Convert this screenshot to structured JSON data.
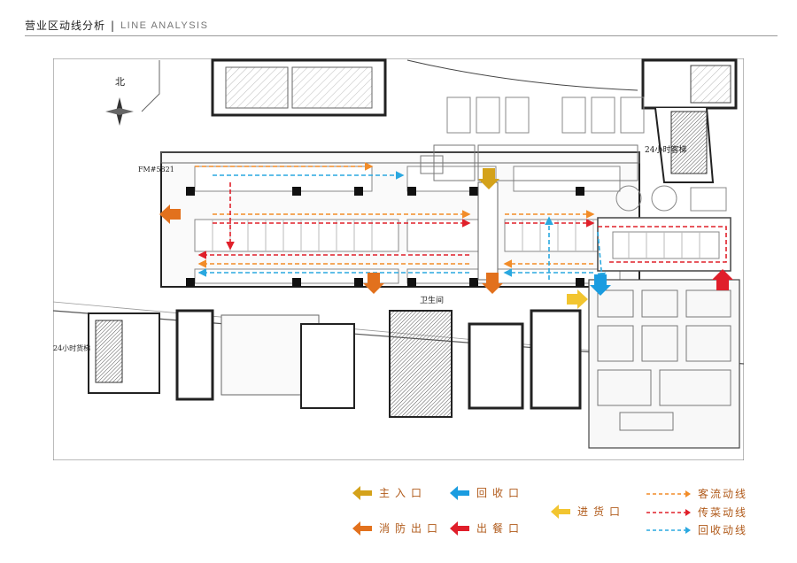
{
  "header": {
    "title_cn": "营业区动线分析",
    "separator": "|",
    "title_en": "LINE ANALYSIS"
  },
  "plan": {
    "north_label": "北",
    "labels": {
      "guest_elevator": "24小时客梯",
      "cargo_elevator": "24小时货梯",
      "restroom": "卫生间",
      "mechanical": "FM#5821"
    }
  },
  "legend": {
    "main_entrance": "主入口",
    "fire_exit": "消防出口",
    "recycle_exit": "回收口",
    "serving_exit": "出餐口",
    "delivery_entrance": "进货口",
    "guest_flow": "客流动线",
    "dish_flow": "传菜动线",
    "recycle_flow": "回收动线"
  },
  "colors": {
    "main_entrance": "#d4a21a",
    "fire_exit": "#e2711d",
    "recycle": "#1a9ce0",
    "serving": "#e01e2a",
    "delivery": "#f2c530",
    "guest_flow": "#f28c28",
    "dish_flow": "#e0202a",
    "recycle_flow": "#2aa8e0"
  }
}
